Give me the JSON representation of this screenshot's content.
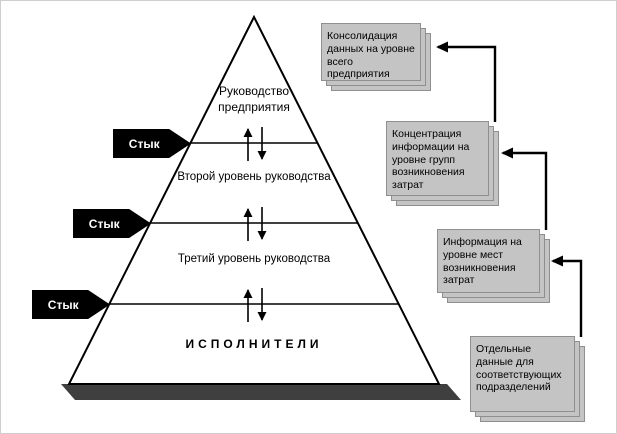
{
  "pyramid": {
    "levels": [
      {
        "label": "Руководство\nпредприятия"
      },
      {
        "label": "Второй уровень руководства"
      },
      {
        "label": "Третий уровень руководства"
      },
      {
        "label": "ИСПОЛНИТЕЛИ"
      }
    ]
  },
  "junction_flags": [
    {
      "label": "Стык"
    },
    {
      "label": "Стык"
    },
    {
      "label": "Стык"
    }
  ],
  "cards": [
    {
      "label": "Консолидация данных на уровне всего предприятия"
    },
    {
      "label": "Концентрация информации на уровне групп возникновения затрат"
    },
    {
      "label": "Информация на уровне мест возникновения затрат"
    },
    {
      "label": "Отдельные данные для соответствующих подразделений"
    }
  ],
  "colors": {
    "card_bg": "#c4c4c4",
    "flag_bg": "#000000",
    "line": "#000000",
    "shadow": "#3f3f3f"
  }
}
